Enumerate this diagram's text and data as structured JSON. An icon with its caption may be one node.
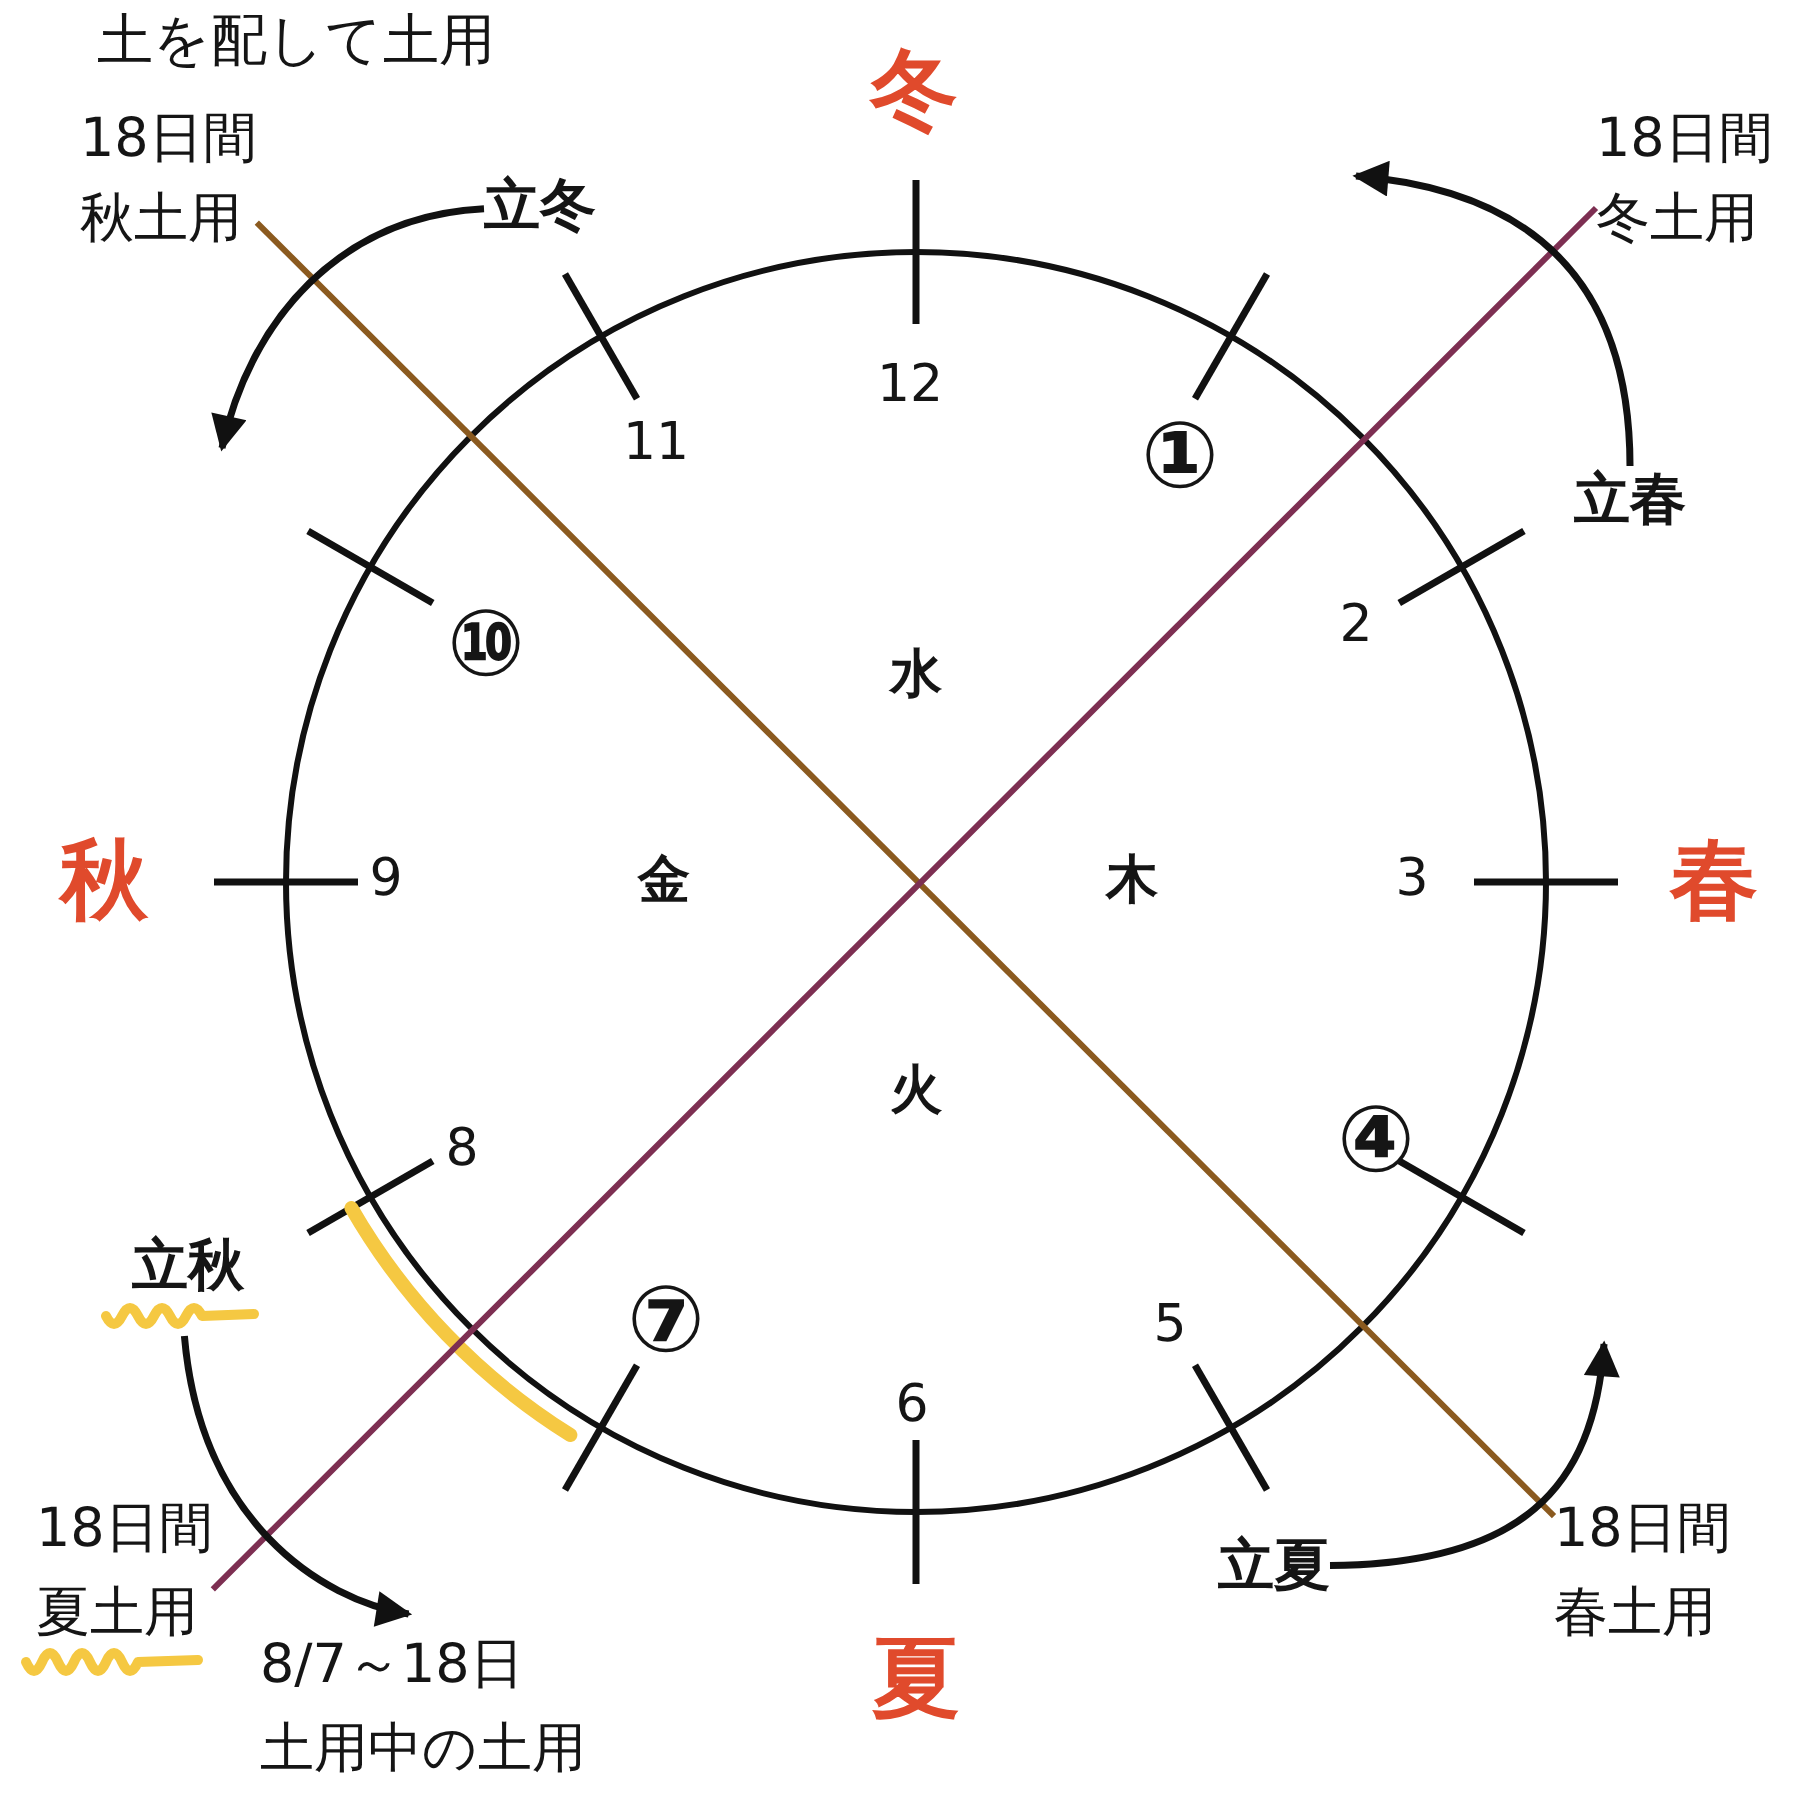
{
  "diagram": {
    "nodes": [
      {
        "text": [
          "18日間",
          "秋土用"
        ]
      },
      {
        "text": [
          "18日間",
          "冬土用"
        ]
      },
      {
        "text": [
          "立冬"
        ]
      },
      {
        "text": [
          "立春"
        ]
      },
      {
        "text": [
          "立秋"
        ]
      },
      {
        "text": [
          "18日間",
          "夏土用"
        ]
      },
      {
        "text": [
          "立夏"
        ]
      },
      {
        "text": [
          "18日間",
          "春土用"
        ]
      },
      {
        "text": [
          "8/7～18日",
          "土用中の土用"
        ]
      }
    ],
    "edges": [
      {
        "from": 0,
        "to": 7,
        "arrow": "none",
        "color": "#8b5a1f"
      },
      {
        "from": 1,
        "to": 5,
        "arrow": "none",
        "color": "#7d2f52"
      },
      {
        "from": 2,
        "to": null,
        "arrow": "to"
      },
      {
        "from": 3,
        "to": null,
        "arrow": "to"
      },
      {
        "from": 4,
        "to": 8,
        "arrow": "to"
      },
      {
        "from": 6,
        "to": null,
        "arrow": "to"
      }
    ],
    "labels": [
      "土を配して土用",
      "冬",
      "12",
      "11",
      "①",
      "2",
      "⑩",
      "水",
      "秋",
      "9",
      "金",
      "木",
      "3",
      "春",
      "火",
      "④",
      "8",
      "⑦",
      "5",
      "6",
      "夏"
    ]
  }
}
